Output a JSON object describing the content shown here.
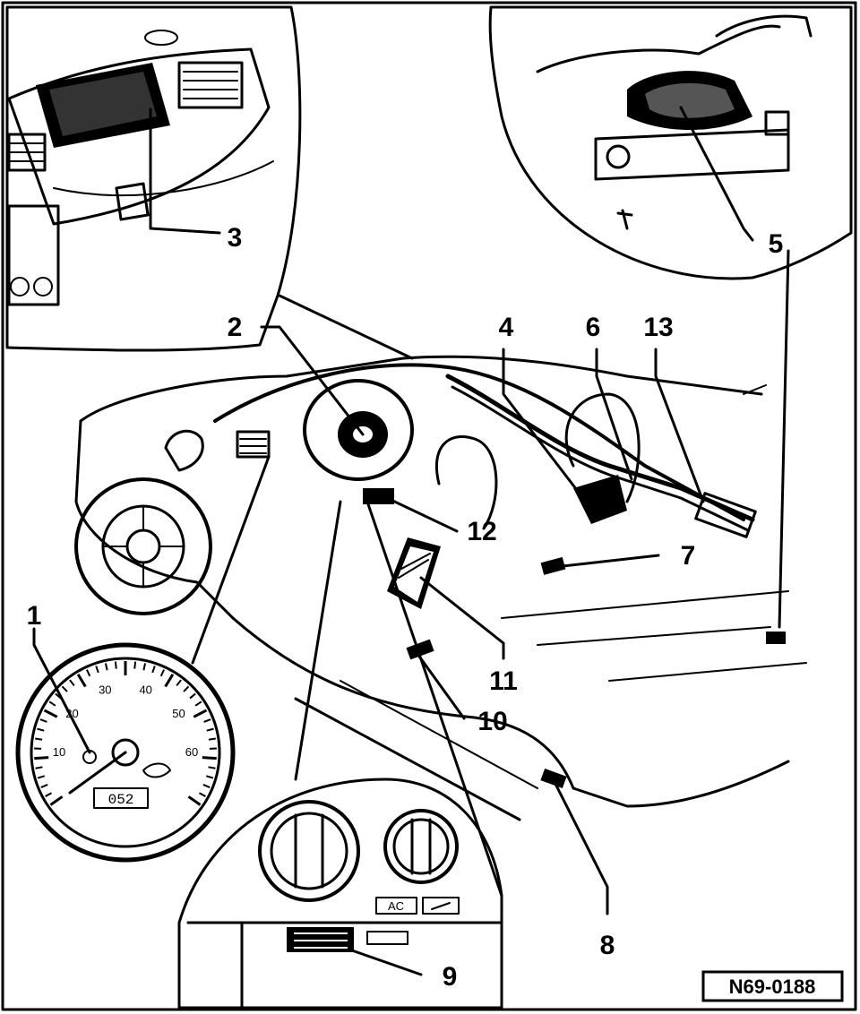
{
  "diagram": {
    "reference_code": "N69-0188",
    "callouts": [
      {
        "id": "c1",
        "label": "1"
      },
      {
        "id": "c2",
        "label": "2"
      },
      {
        "id": "c3",
        "label": "3"
      },
      {
        "id": "c4",
        "label": "4"
      },
      {
        "id": "c5",
        "label": "5"
      },
      {
        "id": "c6",
        "label": "6"
      },
      {
        "id": "c7",
        "label": "7"
      },
      {
        "id": "c8",
        "label": "8"
      },
      {
        "id": "c9",
        "label": "9"
      },
      {
        "id": "c10",
        "label": "10"
      },
      {
        "id": "c11",
        "label": "11"
      },
      {
        "id": "c12",
        "label": "12"
      },
      {
        "id": "c13",
        "label": "13"
      }
    ],
    "gauge": {
      "scale_labels": [
        "10",
        "20",
        "30",
        "40",
        "50",
        "60"
      ],
      "odometer": "052"
    },
    "climate_panel": {
      "ac_label": "AC"
    }
  }
}
